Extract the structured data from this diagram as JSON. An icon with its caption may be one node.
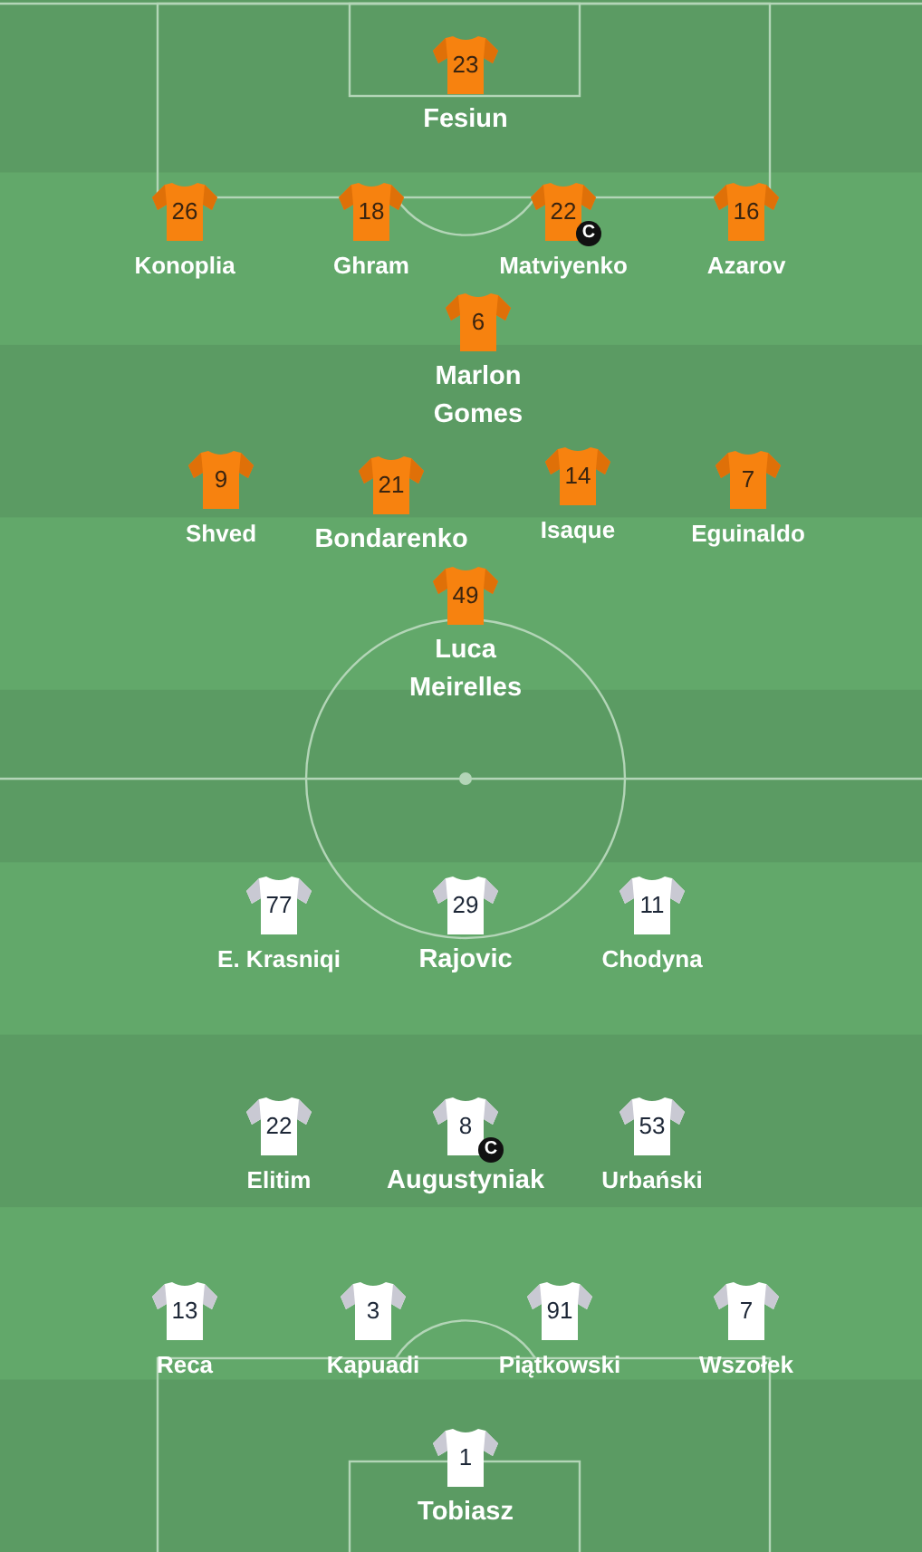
{
  "diagram": {
    "nodes": [
      {
        "text": [
          "23"
        ],
        "beside": [
          "Fesiun"
        ]
      },
      {
        "text": [
          "26"
        ],
        "beside": [
          "Konoplia"
        ]
      },
      {
        "text": [
          "18"
        ],
        "beside": [
          "Ghram"
        ]
      },
      {
        "text": [
          "22"
        ],
        "beside": [
          "Matviyenko"
        ]
      },
      {
        "text": [
          "C"
        ]
      },
      {
        "text": [
          "16"
        ],
        "beside": [
          "Azarov"
        ]
      },
      {
        "text": [
          "6"
        ],
        "beside": [
          "Marlon Gomes"
        ]
      },
      {
        "text": [
          "9"
        ],
        "beside": [
          "Shved"
        ]
      },
      {
        "text": [
          "21"
        ],
        "beside": [
          "Bondarenko"
        ]
      },
      {
        "text": [
          "14"
        ],
        "beside": [
          "Isaque"
        ]
      },
      {
        "text": [
          "7"
        ],
        "beside": [
          "Eguinaldo"
        ]
      },
      {
        "text": [
          "49"
        ],
        "beside": [
          "Luca Meirelles"
        ]
      },
      {
        "text": [
          "77"
        ],
        "beside": [
          "E. Krasniqi"
        ]
      },
      {
        "text": [
          "29"
        ],
        "beside": [
          "Rajovic"
        ]
      },
      {
        "text": [
          "11"
        ],
        "beside": [
          "Chodyna"
        ]
      },
      {
        "text": [
          "22"
        ],
        "beside": [
          "Elitim"
        ]
      },
      {
        "text": [
          "8"
        ],
        "beside": [
          "Augustyniak"
        ]
      },
      {
        "text": [
          "C"
        ]
      },
      {
        "text": [
          "53"
        ],
        "beside": [
          "Urbański"
        ]
      },
      {
        "text": [
          "13"
        ],
        "beside": [
          "Reca"
        ]
      },
      {
        "text": [
          "3"
        ],
        "beside": [
          "Kapuadi"
        ]
      },
      {
        "text": [
          "91"
        ],
        "beside": [
          "Piątkowski"
        ]
      },
      {
        "text": [
          "7"
        ],
        "beside": [
          "Wszołek"
        ]
      },
      {
        "text": [
          "1"
        ],
        "beside": [
          "Tobiasz"
        ]
      }
    ]
  }
}
